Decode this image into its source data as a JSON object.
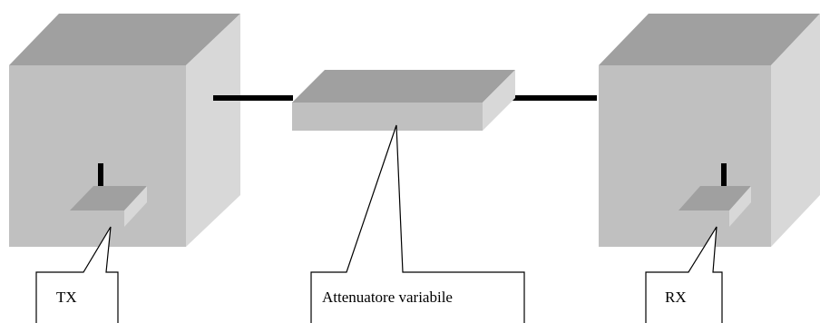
{
  "diagram": {
    "labels": {
      "tx": "TX",
      "attenuator": "Attenuatore variabile",
      "rx": "RX"
    },
    "colors": {
      "background": "#ffffff",
      "box_front": "#c0c0c0",
      "box_top": "#a0a0a0",
      "box_side": "#d8d8d8",
      "cable": "#000000",
      "callout_stroke": "#000000",
      "callout_fill": "#ffffff"
    }
  }
}
